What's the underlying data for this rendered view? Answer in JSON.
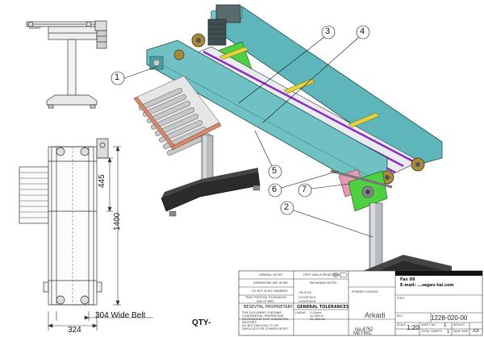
{
  "balloons": [
    "1",
    "2",
    "3",
    "4",
    "5",
    "6",
    "7"
  ],
  "dimensions": {
    "width_324": "324",
    "length_1400": "1400",
    "len_445": "445",
    "belt_label": "304 Wide Belt"
  },
  "qty_label": "QTY-",
  "title_block": {
    "general_notes": "GENERAL NOTES",
    "dims_mm": "DIMENSIONS ARE IN MM",
    "do_not_scale": "DO NOT SCALE DRAWING",
    "true_position": "TRUE POSITION TOLERANCES",
    "are_at_mmc": "ARE AT MMC",
    "proprietary": "BESEVTAL PROPRIETARY",
    "prop_text": "THIS DOCUMENT CONTAINS CONFIDENTIAL, PROPRIETARY INFORMATION THAT IS BESEVTAL PROPERTY.",
    "do_not_disclose": "DO NOT DISCLOSE TO OR DUPLICATE FOR OTHERS EXCEPT",
    "first_angle": "FIRST ANGLE PROJECTION",
    "machining_notes": "MACHINING NOTES",
    "general_tol": "GENERAL TOLERANCES",
    "linear": "LINEAR",
    "tol1": "0-10mm",
    "tol2": "10-50mm",
    "tol3": "50-200mm",
    "on_hole": "ON HOLE",
    "location_a": "LOCATION A",
    "location_b": "LOCATION B",
    "powder_coating": "POWDER COATING",
    "drawn": "Arkadi",
    "iso": "iso 4762",
    "metric": "METRIC",
    "fax": "Fax 09",
    "email": "E-mail: ...segev-tal.com",
    "title_label": "TITLE",
    "dwg_no": "1228-020-00",
    "scale_label": "SCALE",
    "scale": "1:20",
    "sheet_no_label": "SHEET NO",
    "sheet_no": "1",
    "weight_label": "WEIGHT",
    "total_sheets_label": "TOTAL SHEETS",
    "total_sheets": "1",
    "page_size_label": "PAGE SIZE",
    "page_size": "A3",
    "rev_label": "REV"
  },
  "colors": {
    "frame": "#5fb6ba",
    "frame_dark": "#3d8a8e",
    "roller": "#c8c8c8",
    "roller_dark": "#8a8a8a",
    "leg": "#b9bdc0",
    "foot": "#2b2b2b",
    "green": "#4fd043",
    "purple": "#8a2cc0",
    "yellow": "#e3d23c",
    "pink": "#e39ab0",
    "line": "#111111"
  }
}
